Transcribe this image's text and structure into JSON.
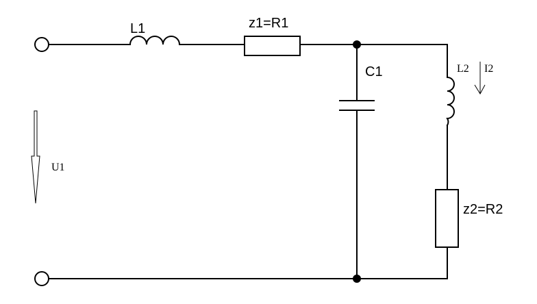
{
  "diagram": {
    "labels": {
      "l1": "L1",
      "z1": "z1=R1",
      "c1": "C1",
      "l2": "L2",
      "i2": "I2",
      "u1": "U1",
      "z2": "z2=R2"
    },
    "colors": {
      "line": "#000000",
      "background": "#ffffff"
    }
  }
}
